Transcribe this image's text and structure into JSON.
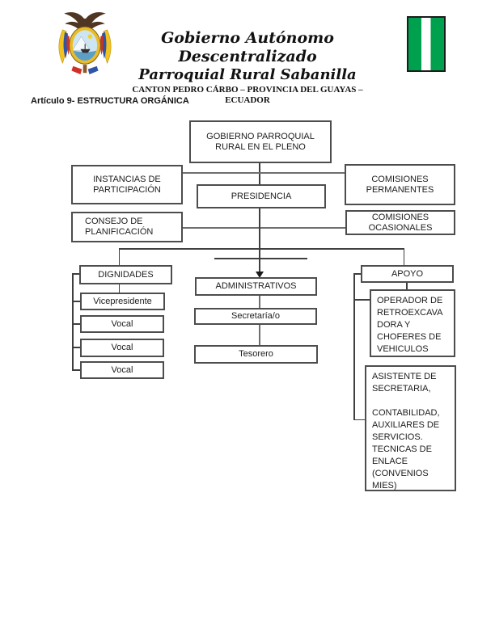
{
  "document": {
    "header": {
      "title_line1": "Gobierno Autónomo Descentralizado",
      "title_line2": "Parroquial Rural Sabanilla",
      "subtitle": "CANTON PEDRO CÁRBO – PROVINCIA DEL GUAYAS – ECUADOR",
      "coat_of_arms_icon": "ecuador-coat-of-arms",
      "flag": {
        "icon": "green-white-green-flag",
        "green": "#00A14E",
        "white": "#FFFFFF",
        "border": "#1C1C1C"
      }
    },
    "article_heading": "Artículo 9- ESTRUCTURA ORGÁNICA"
  },
  "chart": {
    "type": "org-chart",
    "title": "ESTRUCTURA ORGÁNICA",
    "box_border_color": "#4D4D4D",
    "connector_color": "#3F3F3F",
    "nodes": {
      "gobierno": {
        "label": "GOBIERNO PARROQUIAL\nRURAL EN EL PLENO"
      },
      "instancias": {
        "label": "INSTANCIAS DE\nPARTICIPACIÓN"
      },
      "comisiones_permanentes": {
        "label": "COMISIONES\nPERMANENTES"
      },
      "presidencia": {
        "label": "PRESIDENCIA"
      },
      "consejo_planificacion": {
        "label": "CONSEJO DE\nPLANIFICACIÓN"
      },
      "comisiones_ocasionales": {
        "label": "COMISIONES\nOCASIONALES"
      },
      "dignidades": {
        "label": "DIGNIDADES"
      },
      "vicepresidente": {
        "label": "Vicepresidente"
      },
      "vocal_1": {
        "label": "Vocal"
      },
      "vocal_2": {
        "label": "Vocal"
      },
      "vocal_3": {
        "label": "Vocal"
      },
      "administrativos": {
        "label": "ADMINISTRATIVOS"
      },
      "secretaria": {
        "label": "Secretaría/o"
      },
      "tesorero": {
        "label": "Tesorero"
      },
      "apoyo": {
        "label": "APOYO"
      },
      "operador": {
        "label": "OPERADOR DE\nRETROEXCAVA\nDORA Y\nCHOFERES DE\nVEHICULOS"
      },
      "asistente": {
        "label": "ASISTENTE DE\nSECRETARIA,\n\nCONTABILIDAD,\nAUXILIARES DE\nSERVICIOS.\nTECNICAS DE\nENLACE\n(CONVENIOS\nMIES)"
      }
    },
    "edges": [
      "gobierno-presidencia",
      "instancias-trunk",
      "comisiones_permanentes-trunk",
      "consejo_planificacion-trunk",
      "comisiones_ocasionales-trunk",
      "presidencia-dignidades",
      "presidencia-administrativos",
      "presidencia-apoyo",
      "dignidades-vicepresidente",
      "dignidades-vocal_1",
      "dignidades-vocal_2",
      "dignidades-vocal_3",
      "administrativos-secretaria",
      "secretaria-tesorero",
      "apoyo-operador",
      "apoyo-asistente"
    ]
  }
}
